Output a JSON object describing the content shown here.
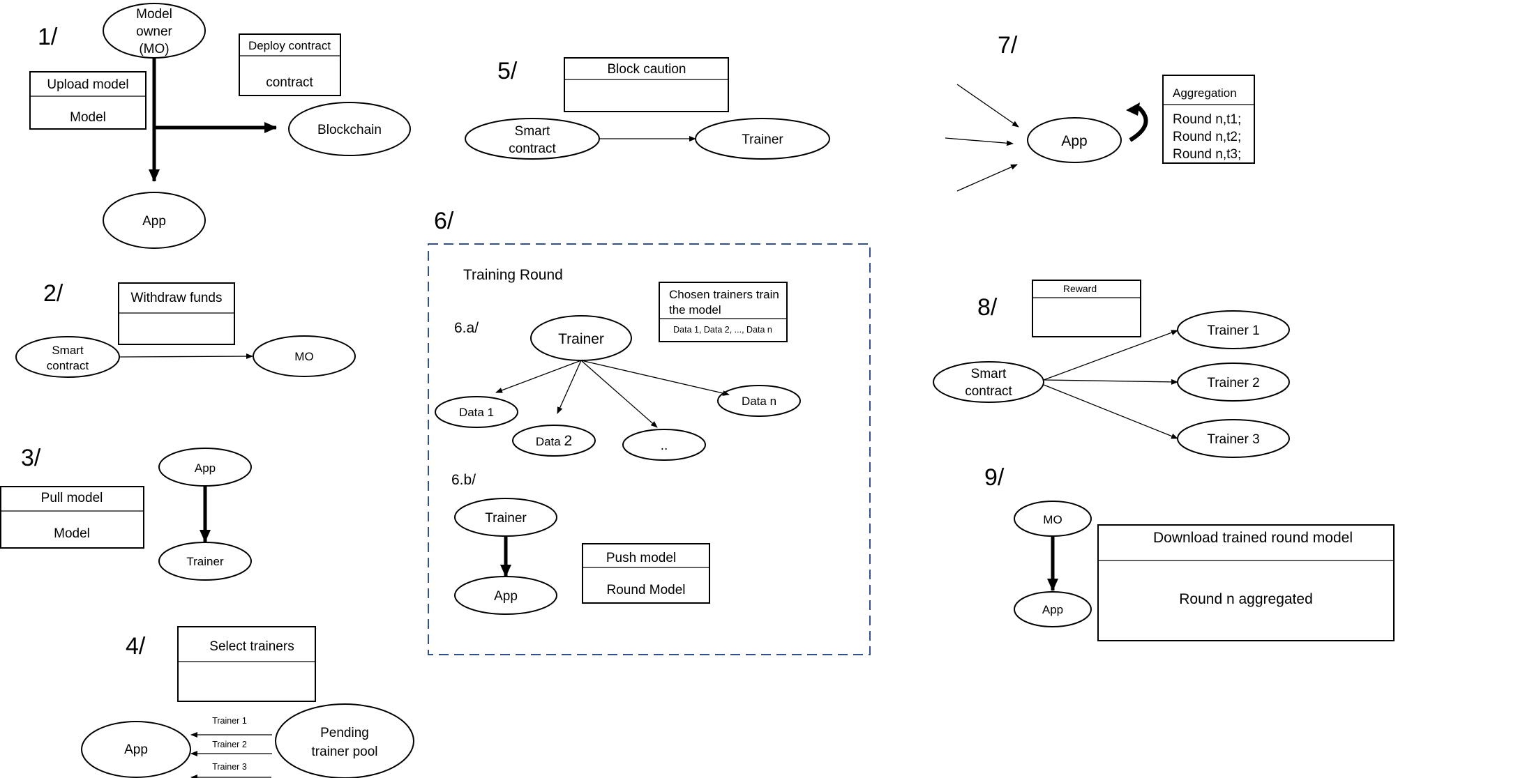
{
  "steps": {
    "s1": "1/",
    "s2": "2/",
    "s3": "3/",
    "s4": "4/",
    "s5": "5/",
    "s6": "6/",
    "s6a": "6.a/",
    "s6b": "6.b/",
    "s7": "7/",
    "s8": "8/",
    "s9": "9/"
  },
  "step1": {
    "mo_line1": "Model",
    "mo_line2": "owner",
    "mo_line3": "(MO)",
    "upload_title": "Upload model",
    "upload_body": "Model",
    "deploy_title": "Deploy contract",
    "deploy_body": "contract",
    "blockchain": "Blockchain",
    "app": "App"
  },
  "step2": {
    "sc_line1": "Smart",
    "sc_line2": "contract",
    "box_title": "Withdraw funds",
    "mo": "MO"
  },
  "step3": {
    "box_title": "Pull model",
    "box_body": "Model",
    "app": "App",
    "trainer": "Trainer"
  },
  "step4": {
    "box_title": "Select trainers",
    "app": "App",
    "pool_line1": "Pending",
    "pool_line2": "trainer pool",
    "arrow_labels": [
      "Trainer 1",
      "Trainer 2",
      "Trainer 3"
    ]
  },
  "step5": {
    "box_title": "Block caution",
    "sc_line1": "Smart",
    "sc_line2": "contract",
    "trainer": "Trainer"
  },
  "step6": {
    "round_title": "Training Round",
    "trainer_a": "Trainer",
    "box_title_line1": "Chosen trainers train",
    "box_title_line2": "the model",
    "box_body": "Data 1, Data 2, ..., Data n",
    "data1": "Data 1",
    "data2_prefix": "Data ",
    "data2_num": "2",
    "data_dots": "..",
    "datan": "Data n",
    "trainer_b": "Trainer",
    "app_b": "App",
    "push_title": "Push model",
    "push_body": "Round Model"
  },
  "step7": {
    "app": "App",
    "box_title": "Aggregation",
    "rounds": [
      "Round n,t1;",
      "Round n,t2;",
      "Round n,t3;"
    ]
  },
  "step8": {
    "box_title": "Reward",
    "sc_line1": "Smart",
    "sc_line2": "contract",
    "trainers": [
      "Trainer 1",
      "Trainer 2",
      "Trainer 3"
    ]
  },
  "step9": {
    "mo": "MO",
    "app": "App",
    "box_title": "Download trained round model",
    "box_body": "Round n aggregated"
  },
  "colors": {
    "dashed_border": "#2f4f8f",
    "ink": "#000000"
  }
}
